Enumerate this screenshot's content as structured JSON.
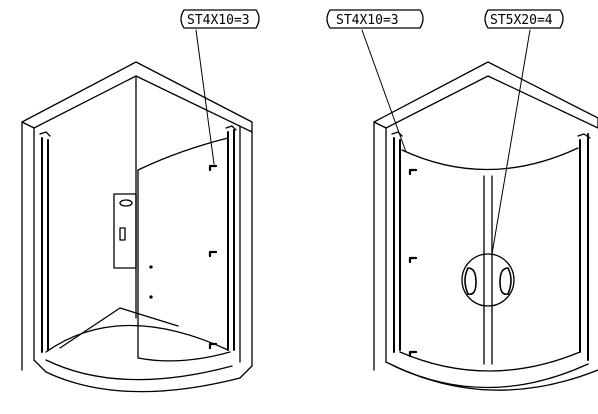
{
  "callouts": {
    "left_screw": "ST4X10=3",
    "right_screw": "ST4X10=3",
    "right_screw_large": "ST5X20=4"
  },
  "colors": {
    "line": "#000000",
    "background": "#ffffff"
  }
}
